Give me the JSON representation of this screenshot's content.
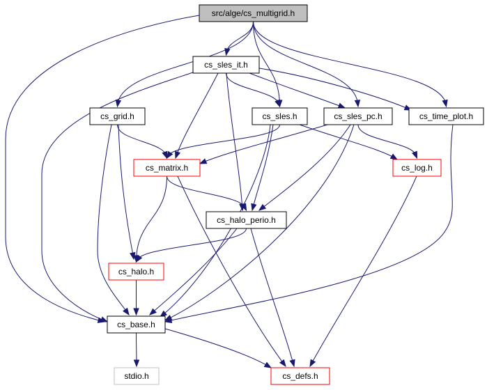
{
  "diagram": {
    "type": "include-dependency-graph",
    "colors": {
      "edge": "#191970",
      "node_default_border": "#000000",
      "node_highlight_border": "#ff0000",
      "node_ghost_border": "#bfbfbf",
      "root_fill": "#bfbfbf",
      "node_fill": "#ffffff"
    },
    "nodes": [
      {
        "id": "multigrid",
        "label": "src/alge/cs_multigrid.h",
        "style": "root"
      },
      {
        "id": "sles_it",
        "label": "cs_sles_it.h",
        "style": "normal"
      },
      {
        "id": "grid",
        "label": "cs_grid.h",
        "style": "normal"
      },
      {
        "id": "sles",
        "label": "cs_sles.h",
        "style": "normal"
      },
      {
        "id": "sles_pc",
        "label": "cs_sles_pc.h",
        "style": "normal"
      },
      {
        "id": "time_plot",
        "label": "cs_time_plot.h",
        "style": "normal"
      },
      {
        "id": "matrix",
        "label": "cs_matrix.h",
        "style": "red"
      },
      {
        "id": "log",
        "label": "cs_log.h",
        "style": "red"
      },
      {
        "id": "halo_perio",
        "label": "cs_halo_perio.h",
        "style": "normal"
      },
      {
        "id": "halo",
        "label": "cs_halo.h",
        "style": "red"
      },
      {
        "id": "base",
        "label": "cs_base.h",
        "style": "normal"
      },
      {
        "id": "stdio",
        "label": "stdio.h",
        "style": "ghost"
      },
      {
        "id": "defs",
        "label": "cs_defs.h",
        "style": "red"
      }
    ],
    "edges": [
      [
        "multigrid",
        "sles_it"
      ],
      [
        "multigrid",
        "grid"
      ],
      [
        "multigrid",
        "sles"
      ],
      [
        "multigrid",
        "sles_pc"
      ],
      [
        "multigrid",
        "time_plot"
      ],
      [
        "multigrid",
        "base"
      ],
      [
        "sles_it",
        "sles"
      ],
      [
        "sles_it",
        "sles_pc"
      ],
      [
        "sles_it",
        "time_plot"
      ],
      [
        "sles_it",
        "matrix"
      ],
      [
        "sles_it",
        "halo_perio"
      ],
      [
        "sles_it",
        "base"
      ],
      [
        "grid",
        "matrix"
      ],
      [
        "grid",
        "halo"
      ],
      [
        "grid",
        "base"
      ],
      [
        "sles",
        "matrix"
      ],
      [
        "sles",
        "halo_perio"
      ],
      [
        "sles",
        "base"
      ],
      [
        "sles_pc",
        "matrix"
      ],
      [
        "sles_pc",
        "log"
      ],
      [
        "sles_pc",
        "halo_perio"
      ],
      [
        "sles_pc",
        "base"
      ],
      [
        "sles",
        "log"
      ],
      [
        "time_plot",
        "base"
      ],
      [
        "matrix",
        "halo_perio"
      ],
      [
        "matrix",
        "halo"
      ],
      [
        "matrix",
        "defs"
      ],
      [
        "log",
        "defs"
      ],
      [
        "halo_perio",
        "halo"
      ],
      [
        "halo_perio",
        "base"
      ],
      [
        "halo_perio",
        "defs"
      ],
      [
        "halo",
        "base"
      ],
      [
        "base",
        "stdio"
      ],
      [
        "base",
        "defs"
      ]
    ]
  }
}
